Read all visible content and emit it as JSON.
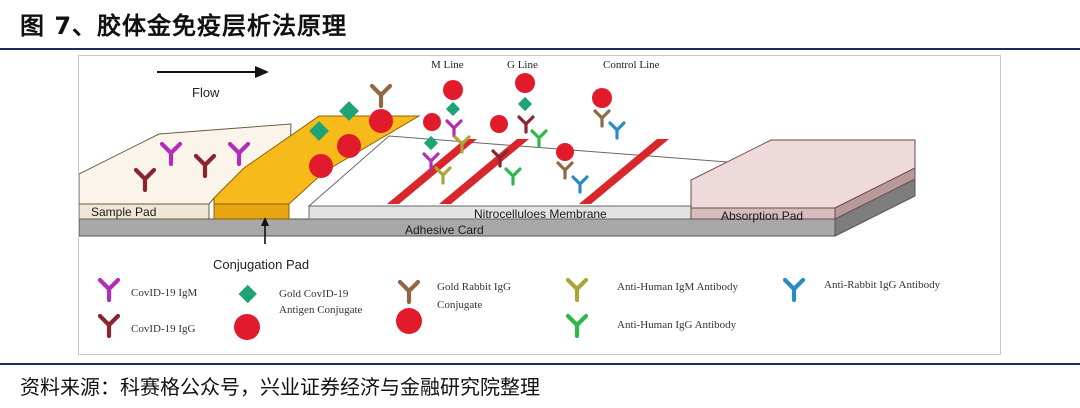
{
  "figure": {
    "title": "图 7、胶体金免疫层析法原理",
    "source": "资料来源：科赛格公众号，兴业证券经济与金融研究院整理"
  },
  "diagram": {
    "flow_label": "Flow",
    "line_labels": {
      "m_line": "M Line",
      "g_line": "G Line",
      "control_line": "Control Line"
    },
    "components": {
      "sample_pad": "Sample Pad",
      "nitrocellulose": "Nitrocelluloes Membrane",
      "absorption_pad": "Absorption Pad",
      "adhesive_card": "Adhesive Card",
      "conjugation_pad": "Conjugation Pad"
    },
    "colors": {
      "igm_purple": "#b12fb8",
      "igg_maroon": "#8b2331",
      "gold_red": "#e21b2c",
      "antigen_green": "#1ea374",
      "rabbit_brown": "#8d6a43",
      "anti_igm_olive": "#a9a53b",
      "anti_igg_green": "#2eb84a",
      "anti_rabbit_blue": "#2a8ac4",
      "pad_yellow": "#f6bb1b",
      "line_red": "#d8262c"
    }
  },
  "legend": {
    "covid_igm": "CovID-19 IgM",
    "covid_igg": "CovID-19 IgG",
    "gold_covid_antigen_1": "Gold CovID-19",
    "gold_covid_antigen_2": "Antigen Conjugate",
    "gold_rabbit_1": "Gold Rabbit IgG",
    "gold_rabbit_2": "Conjugate",
    "anti_human_igm": "Anti-Human IgM Antibody",
    "anti_human_igg": "Anti-Human IgG Antibody",
    "anti_rabbit_igg": "Anti-Rabbit IgG Antibody"
  }
}
